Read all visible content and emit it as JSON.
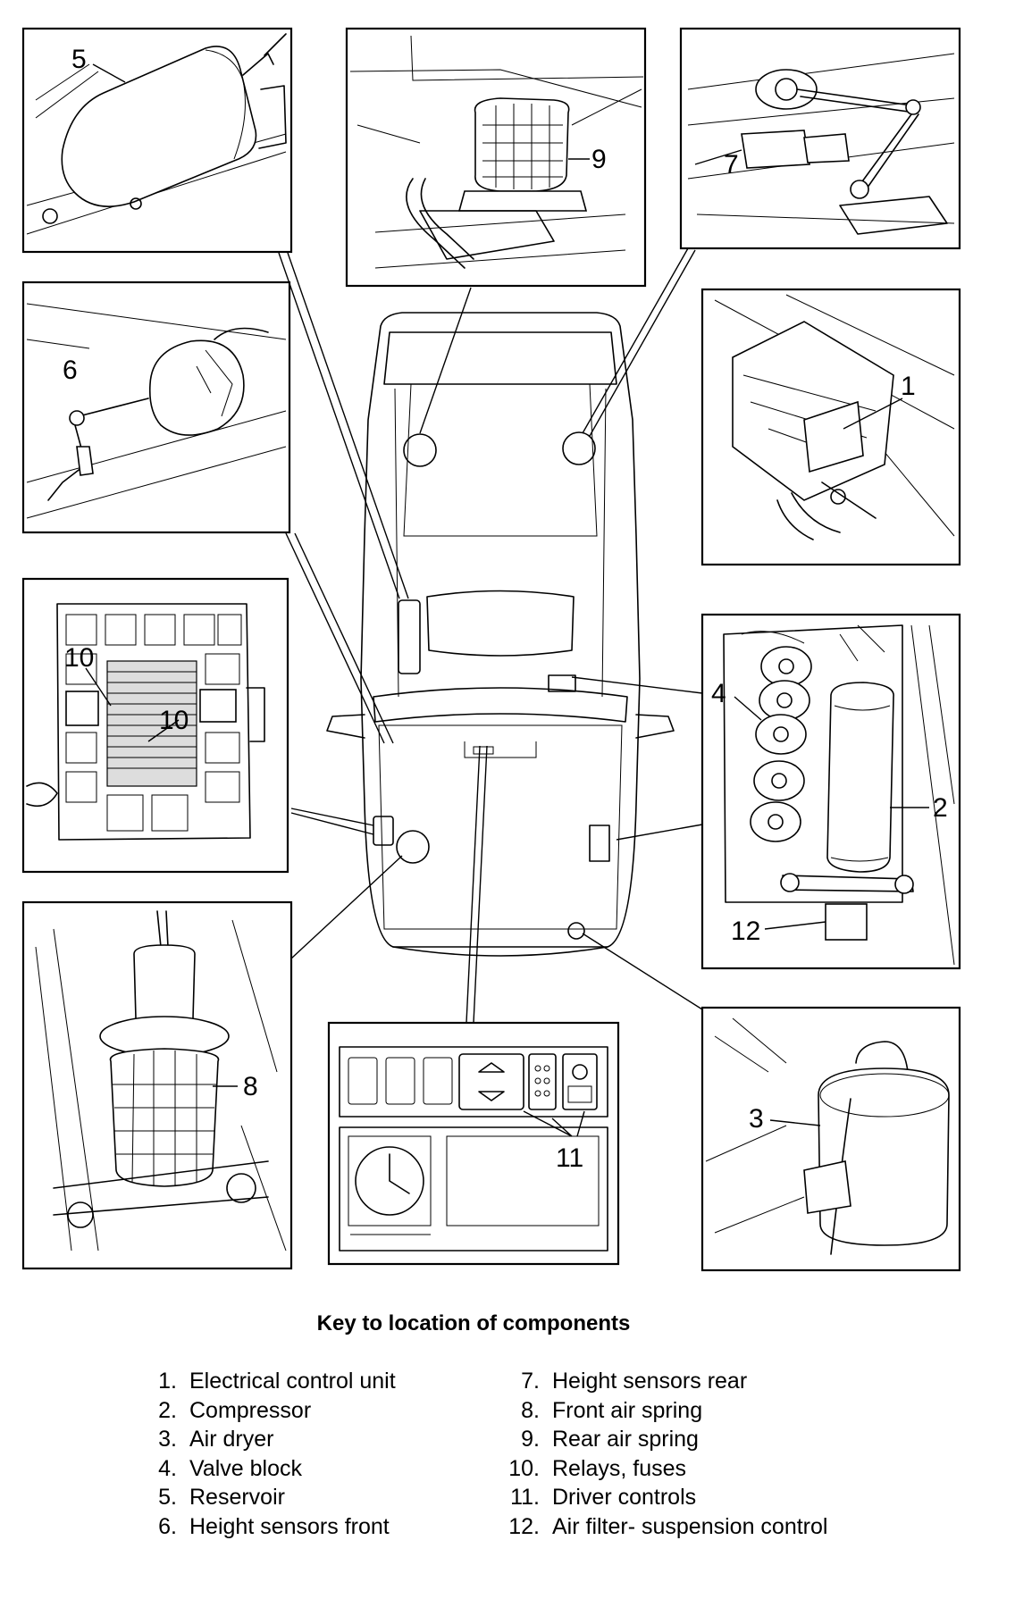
{
  "callouts": {
    "c1": "1",
    "c2": "2",
    "c3": "3",
    "c4": "4",
    "c5": "5",
    "c6": "6",
    "c7": "7",
    "c8": "8",
    "c9": "9",
    "c10a": "10",
    "c10b": "10",
    "c11": "11",
    "c12": "12"
  },
  "key": {
    "title": "Key to location of components",
    "left": [
      {
        "num": "1.",
        "label": "Electrical control unit"
      },
      {
        "num": "2.",
        "label": "Compressor"
      },
      {
        "num": "3.",
        "label": "Air dryer"
      },
      {
        "num": "4.",
        "label": "Valve block"
      },
      {
        "num": "5.",
        "label": "Reservoir"
      },
      {
        "num": "6.",
        "label": "Height sensors front"
      }
    ],
    "right": [
      {
        "num": "7.",
        "label": "Height sensors rear"
      },
      {
        "num": "8.",
        "label": "Front air spring"
      },
      {
        "num": "9.",
        "label": "Rear air spring"
      },
      {
        "num": "10.",
        "label": "Relays, fuses"
      },
      {
        "num": "11.",
        "label": "Driver controls"
      },
      {
        "num": "12.",
        "label": "Air filter- suspension control"
      }
    ]
  }
}
